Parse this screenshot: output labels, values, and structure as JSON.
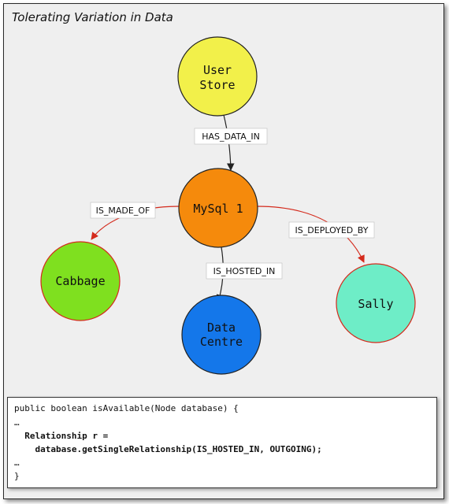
{
  "title": "Tolerating Variation in Data",
  "nodes": {
    "user_store": {
      "line1": "User",
      "line2": "Store",
      "color": "#f2f04a"
    },
    "mysql": {
      "label": "MySql 1",
      "color": "#f58a0c"
    },
    "cabbage": {
      "label": "Cabbage",
      "color": "#7fe01f"
    },
    "data_centre": {
      "line1": "Data",
      "line2": "Centre",
      "color": "#1477ea"
    },
    "sally": {
      "label": "Sally",
      "color": "#6eedc7"
    }
  },
  "edges": {
    "has_data_in": "HAS_DATA_IN",
    "is_made_of": "IS_MADE_OF",
    "is_deployed_by": "IS_DEPLOYED_BY",
    "is_hosted_in": "IS_HOSTED_IN"
  },
  "code": {
    "line1": "public boolean isAvailable(Node database) {",
    "line2": "…",
    "line3": "  Relationship r =",
    "line4": "    database.getSingleRelationship(IS_HOSTED_IN, OUTGOING);",
    "line5": "…",
    "line6": "}"
  }
}
